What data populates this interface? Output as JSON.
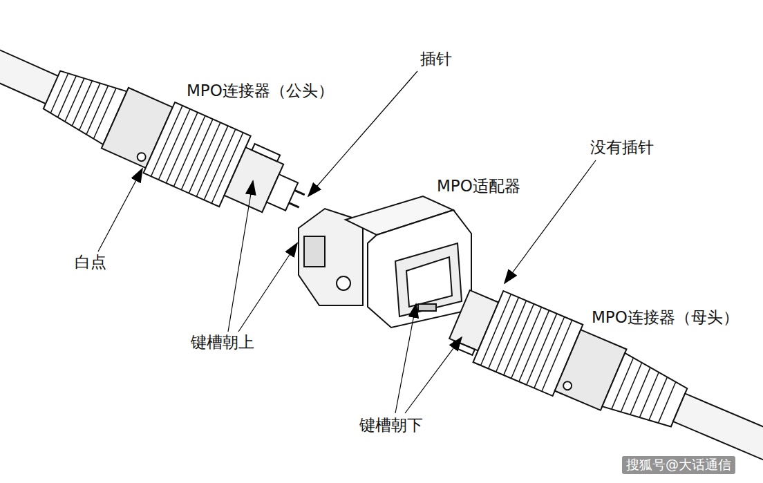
{
  "diagram": {
    "labels": [
      "MPO连接器（公头）",
      "插针",
      "MPO适配器",
      "没有插针",
      "白点",
      "键槽朝上",
      "MPO连接器（母头）",
      "键槽朝下",
      "搜狐号@大话通信"
    ]
  }
}
